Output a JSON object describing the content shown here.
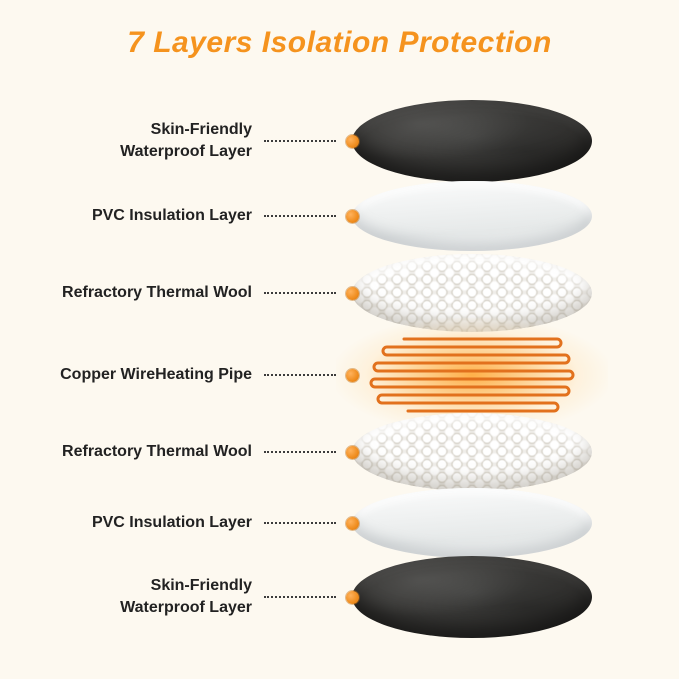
{
  "title": "7 Layers Isolation Protection",
  "colors": {
    "accent": "#f5931e",
    "wire": "#e2711d",
    "marker": "#ef8d1f",
    "background": "#fdf9f0"
  },
  "layers": [
    {
      "label": "Skin-Friendly\nWaterproof Layer",
      "type": "fabric"
    },
    {
      "label": "PVC Insulation Layer",
      "type": "pvc"
    },
    {
      "label": "Refractory Thermal Wool",
      "type": "wool"
    },
    {
      "label": "Copper WireHeating Pipe",
      "type": "wire"
    },
    {
      "label": "Refractory Thermal Wool",
      "type": "wool"
    },
    {
      "label": "PVC Insulation Layer",
      "type": "pvc"
    },
    {
      "label": "Skin-Friendly\nWaterproof Layer",
      "type": "fabric"
    }
  ]
}
